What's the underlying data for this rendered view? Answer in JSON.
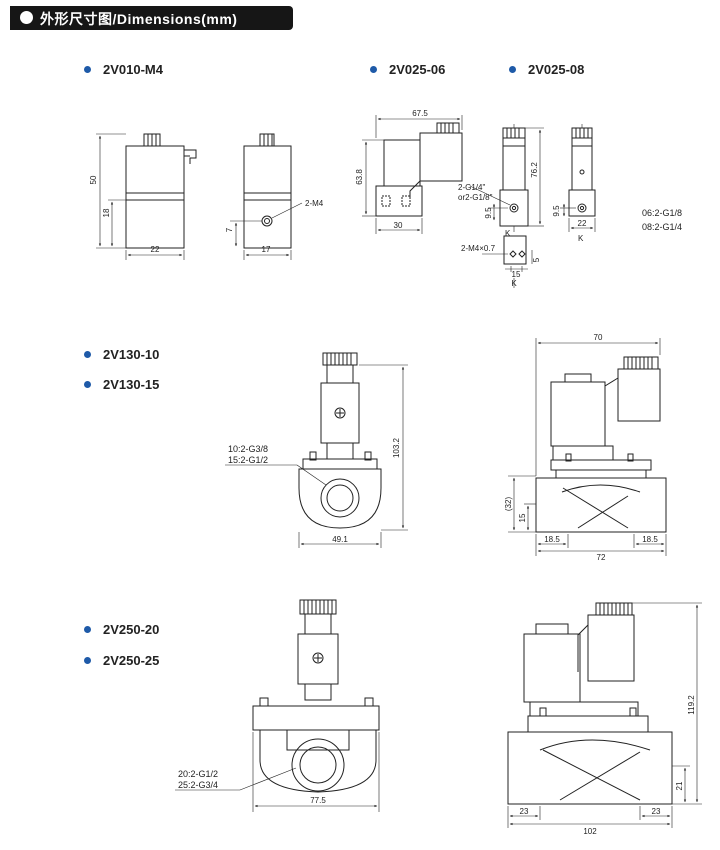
{
  "header": {
    "title": "外形尺寸图/Dimensions(mm)"
  },
  "models": {
    "m1": "2V010-M4",
    "m2": "2V025-06",
    "m3": "2V025-08",
    "m4": "2V130-10",
    "m5": "2V130-15",
    "m6": "2V250-20",
    "m7": "2V250-25"
  },
  "dims": {
    "a50": "50",
    "a18": "18",
    "a22": "22",
    "a17": "17",
    "a7": "7",
    "a2m4": "2-M4",
    "b675": "67.5",
    "b638": "63.8",
    "b30": "30",
    "b762": "76.2",
    "bg14": "2-G1/4\"",
    "bg18": "or2-G1/8\"",
    "b95a": "9.5",
    "b95b": "9.5",
    "b22": "22",
    "bk1": "K",
    "bk2": "K",
    "bm4": "2-M4×0.7",
    "b15": "15",
    "b5": "5",
    "bn1": "06:2-G1/8",
    "bn2": "08:2-G1/4",
    "c1": "10:2-G3/8",
    "c2": "15:2-G1/2",
    "c1032": "103.2",
    "c491": "49.1",
    "c70": "70",
    "c32": "(32)",
    "c15": "15",
    "c185a": "18.5",
    "c185b": "18.5",
    "c72": "72",
    "d1": "20:2-G1/2",
    "d2": "25:2-G3/4",
    "d775": "77.5",
    "d1192": "119.2",
    "d21": "21",
    "d23a": "23",
    "d23b": "23",
    "d102": "102"
  }
}
